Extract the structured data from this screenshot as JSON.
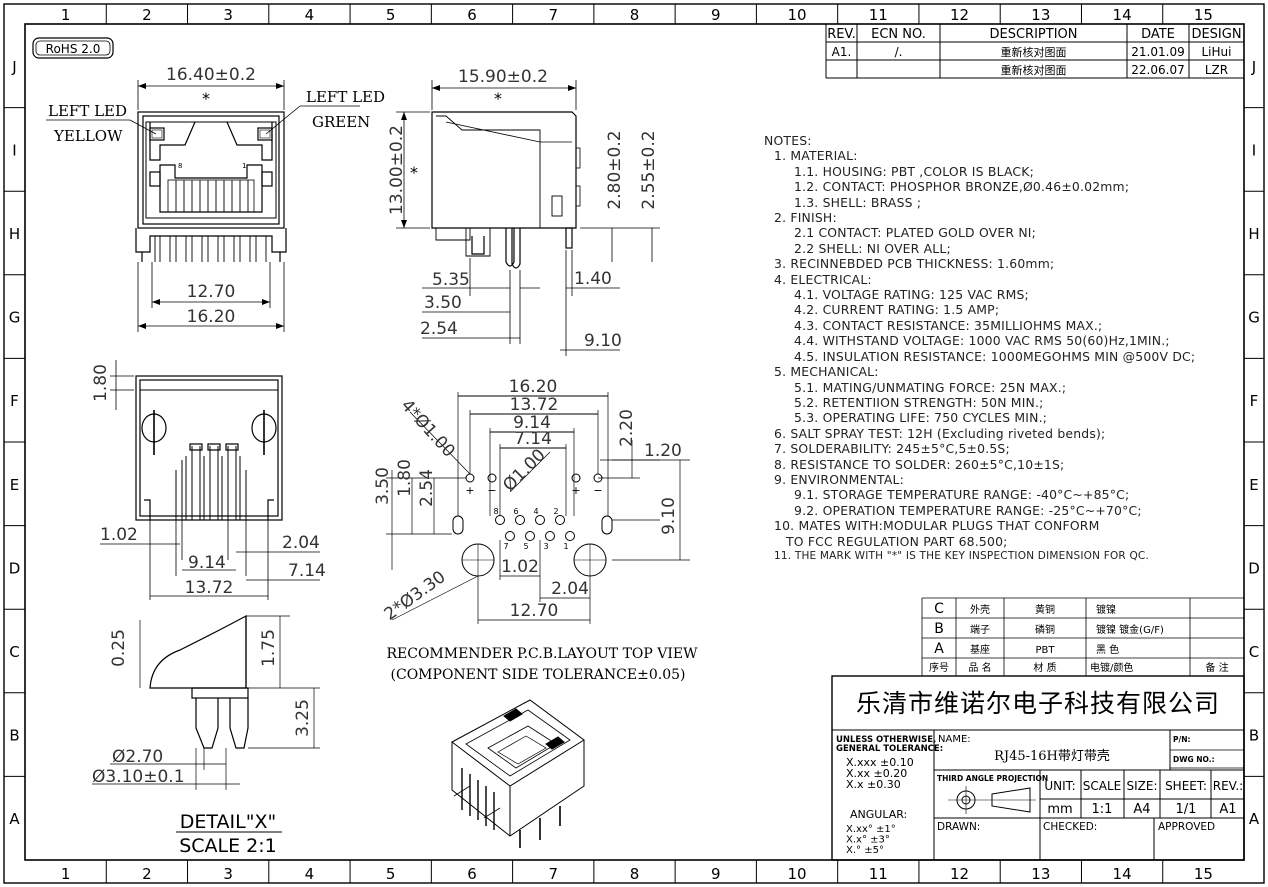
{
  "columns": [
    "1",
    "2",
    "3",
    "4",
    "5",
    "6",
    "7",
    "8",
    "9",
    "10",
    "11",
    "12",
    "13",
    "14",
    "15"
  ],
  "rows": [
    "J",
    "I",
    "H",
    "G",
    "F",
    "E",
    "D",
    "C",
    "B",
    "A"
  ],
  "rohs": "RoHS 2.0",
  "revision": {
    "headers": [
      "REV.",
      "ECN NO.",
      "DESCRIPTION",
      "DATE",
      "DESIGN"
    ],
    "rows": [
      [
        "A1.",
        "/.",
        "重新核对图面",
        "21.01.09",
        "LiHui"
      ],
      [
        "",
        "",
        "重新核对图面",
        "22.06.07",
        "LZR"
      ]
    ]
  },
  "front_view": {
    "left_led": "LEFT LED",
    "left_color": "YELLOW",
    "right_led": "LEFT LED",
    "right_color": "GREEN",
    "width": "16.40±0.2",
    "star": "*",
    "pin8": "8",
    "pin1": "1",
    "dim_inner": "12.70",
    "dim_outer": "16.20"
  },
  "side_view": {
    "depth": "15.90±0.2",
    "star": "*",
    "height": "13.00±0.2",
    "d1": "2.80±0.2",
    "d2": "2.55±0.2",
    "d3": "5.35",
    "d4": "1.40",
    "d5": "3.50",
    "d6": "2.54",
    "d7": "9.10"
  },
  "bottom_view": {
    "d1": "1.80",
    "d2": "1.02",
    "d3": "2.04",
    "d4": "9.14",
    "d5": "7.14",
    "d6": "13.72"
  },
  "pcb_layout": {
    "d16": "16.20",
    "d13": "13.72",
    "d9": "9.14",
    "d7": "7.14",
    "d220": "2.20",
    "d120": "1.20",
    "d910": "9.10",
    "d350": "3.50",
    "d180": "1.80",
    "d254": "2.54",
    "hole1": "4*Ø1.00",
    "hole2": "Ø1.00",
    "hole3": "2*Ø3.30",
    "d102": "1.02",
    "d204": "2.04",
    "d1270": "12.70",
    "plus": "+",
    "minus": "−",
    "pin_labels_top": [
      "8",
      "6",
      "4",
      "2"
    ],
    "pin_labels_bot": [
      "7",
      "5",
      "3",
      "1"
    ],
    "caption1": "RECOMMENDER P.C.B.LAYOUT TOP VIEW",
    "caption2": "(COMPONENT SIDE TOLERANCE±0.05)"
  },
  "detail": {
    "d025": "0.25",
    "d175": "1.75",
    "d325": "3.25",
    "d270": "Ø2.70",
    "d310": "Ø3.10±0.1",
    "title": "DETAIL\"X\"",
    "scale": "SCALE  2:1"
  },
  "notes": [
    {
      "lv": 0,
      "t": "NOTES:"
    },
    {
      "lv": 1,
      "t": "1. MATERIAL:"
    },
    {
      "lv": 2,
      "t": "1.1. HOUSING: PBT ,COLOR IS BLACK;"
    },
    {
      "lv": 2,
      "t": "1.2. CONTACT: PHOSPHOR BRONZE,Ø0.46±0.02mm;"
    },
    {
      "lv": 2,
      "t": "1.3. SHELL: BRASS ;"
    },
    {
      "lv": 1,
      "t": "2. FINISH:"
    },
    {
      "lv": 2,
      "t": " 2.1 CONTACT: PLATED GOLD OVER NI;"
    },
    {
      "lv": 2,
      "t": " 2.2 SHELL: NI OVER ALL;"
    },
    {
      "lv": 1,
      "t": "3. RECINNEBDED PCB THICKNESS: 1.60mm;"
    },
    {
      "lv": 1,
      "t": "4. ELECTRICAL:"
    },
    {
      "lv": 2,
      "t": "4.1. VOLTAGE RATING: 125 VAC RMS;"
    },
    {
      "lv": 2,
      "t": "4.2. CURRENT RATING: 1.5 AMP;"
    },
    {
      "lv": 2,
      "t": "4.3. CONTACT RESISTANCE: 35MILLIOHMS MAX.;"
    },
    {
      "lv": 2,
      "t": "4.4. WITHSTAND VOLTAGE: 1000 VAC RMS 50(60)Hz,1MIN.;"
    },
    {
      "lv": 2,
      "t": "4.5. INSULATION RESISTANCE: 1000MEGOHMS MIN @500V DC;"
    },
    {
      "lv": 1,
      "t": "5. MECHANICAL:"
    },
    {
      "lv": 2,
      "t": "5.1. MATING/UNMATING FORCE: 25N MAX.;"
    },
    {
      "lv": 2,
      "t": "5.2. RETENTIION STRENGTH: 50N MIN.;"
    },
    {
      "lv": 2,
      "t": "5.3. OPERATING LIFE: 750 CYCLES MIN.;"
    },
    {
      "lv": 1,
      "t": "6. SALT SPRAY TEST: 12H (Excluding riveted bends);"
    },
    {
      "lv": 1,
      "t": "7. SOLDERABILITY: 245±5°C,5±0.5S;"
    },
    {
      "lv": 1,
      "t": "8. RESISTANCE TO SOLDER: 260±5°C,10±1S;"
    },
    {
      "lv": 1,
      "t": "9. ENVIRONMENTAL:"
    },
    {
      "lv": 2,
      "t": "9.1. STORAGE TEMPERATURE RANGE: -40°C~+85°C;"
    },
    {
      "lv": 2,
      "t": "9.2. OPERATION TEMPERATURE RANGE: -25°C~+70°C;"
    },
    {
      "lv": 1,
      "t": "10. MATES WITH:MODULAR PLUGS THAT CONFORM"
    },
    {
      "lv": 3,
      "t": "TO FCC REGULATION PART 68.500;"
    },
    {
      "lv": 1,
      "t": "11. THE MARK WITH \"*\" IS THE KEY INSPECTION DIMENSION FOR QC."
    }
  ],
  "bom": {
    "rows": [
      [
        "C",
        "外壳",
        "黄铜",
        "镀镍",
        ""
      ],
      [
        "B",
        "端子",
        "磷铜",
        "镀镍 镀金(G/F)",
        ""
      ],
      [
        "A",
        "基座",
        "PBT",
        "黑 色",
        ""
      ]
    ],
    "header": [
      "序号",
      "品 名",
      "材 质",
      "电镀/颜色",
      "备 注"
    ]
  },
  "title_block": {
    "company": "乐清市维诺尔电子科技有限公司",
    "tol_title1": "UNLESS    OTHERWISE,",
    "tol_title2": "GENERAL TOLERANCE:",
    "tol": [
      "X.xxx  ±0.10",
      "X.xx    ±0.20",
      "X.x       ±0.30"
    ],
    "angular": "ANGULAR:",
    "ang": [
      "X.xx°   ±1°",
      "X.x°     ±3°",
      "X.°       ±5°"
    ],
    "name_label": "NAME:",
    "name": "RJ45-16H带灯带壳",
    "pn_label": "P/N:",
    "dwg_label": "DWG NO.:",
    "projection": "THIRD ANGLE PROJECTION",
    "unit_label": "UNIT:",
    "scale_label": "SCALE",
    "size_label": "SIZE:",
    "sheet_label": "SHEET:",
    "rev_label": "REV.:",
    "unit": "mm",
    "scale": "1:1",
    "size": "A4",
    "sheet": "1/1",
    "rev": "A1",
    "drawn": "DRAWN:",
    "checked": "CHECKED:",
    "approved": "APPROVED"
  }
}
